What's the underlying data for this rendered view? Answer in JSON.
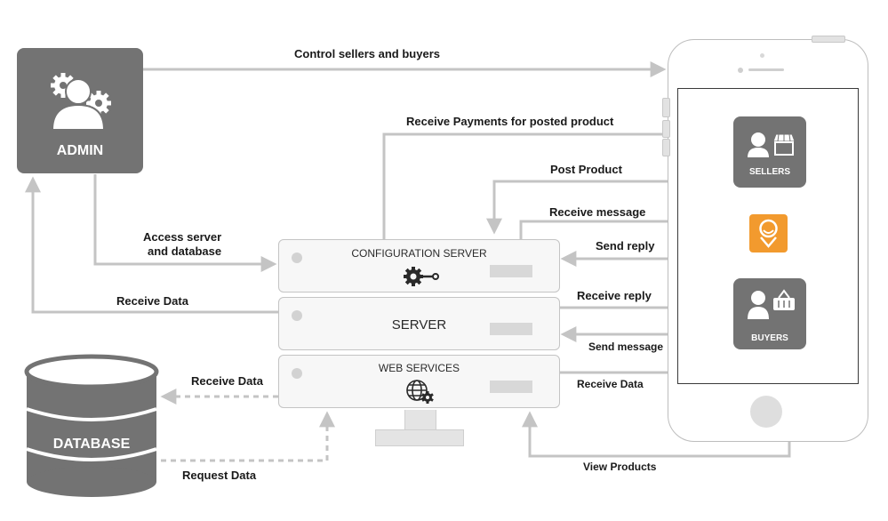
{
  "nodes": {
    "admin": "ADMIN",
    "sellers": "SELLERS",
    "buyers": "BUYERS",
    "database": "DATABASE",
    "config_server": "CONFIGURATION SERVER",
    "server": "SERVER",
    "web_services": "WEB SERVICES"
  },
  "edges": {
    "control": "Control sellers and buyers",
    "receive_payments": "Receive Payments for posted product",
    "post_product": "Post Product",
    "receive_message": "Receive message",
    "send_reply": "Send reply",
    "access_server_1": "Access server",
    "access_server_2": "and database",
    "receive_data_admin": "Receive Data",
    "receive_reply": "Receive reply",
    "send_message": "Send message",
    "receive_data_buyers": "Receive Data",
    "receive_data_db": "Receive Data",
    "request_data": "Request Data",
    "view_products": "View Products"
  },
  "icons": [
    "admin-gears-icon",
    "seller-store-icon",
    "buyer-basket-icon",
    "app-logo-icon",
    "key-gear-icon",
    "globe-gear-icon"
  ],
  "colors": {
    "node": "#737373",
    "arrow": "#c4c4c4",
    "logo": "#f29a2e"
  }
}
